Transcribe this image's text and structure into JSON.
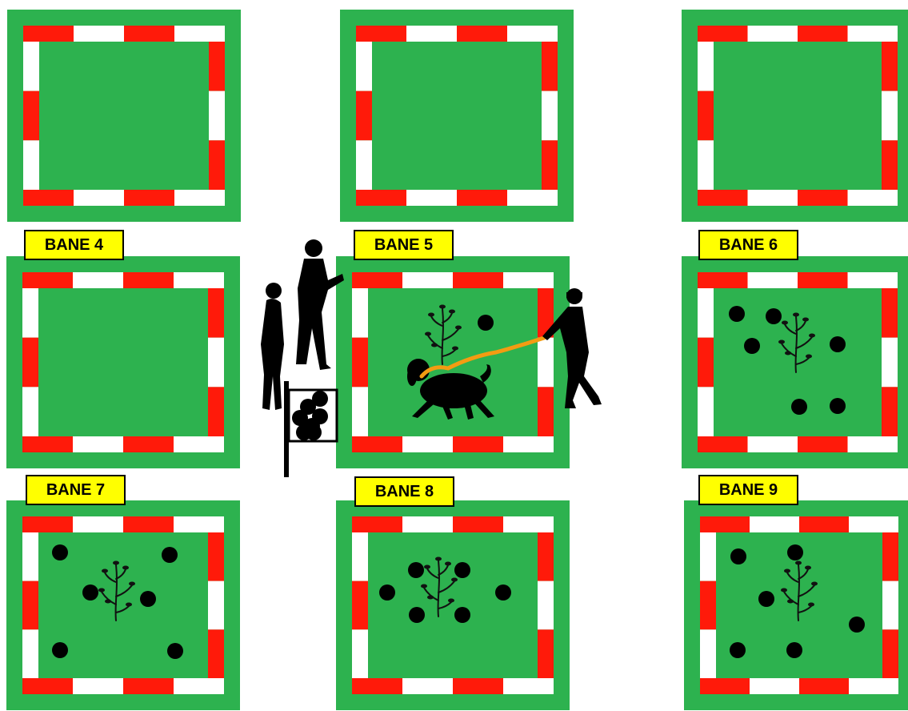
{
  "colors": {
    "grass": "#2db24f",
    "stripe_red": "#ff1a0a",
    "stripe_white": "#ffffff",
    "label_bg": "#ffff00",
    "ball": "#000000",
    "leash": "#f39c12",
    "silhouette": "#000000"
  },
  "lanes": [
    {
      "id": 1,
      "label": null,
      "tree": false,
      "balls": 0
    },
    {
      "id": 2,
      "label": null,
      "tree": false,
      "balls": 0
    },
    {
      "id": 3,
      "label": null,
      "tree": false,
      "balls": 0
    },
    {
      "id": 4,
      "label": "BANE 4",
      "tree": false,
      "balls": 0
    },
    {
      "id": 5,
      "label": "BANE 5",
      "tree": true,
      "balls": 1,
      "dog_handler": true
    },
    {
      "id": 6,
      "label": "BANE 6",
      "tree": true,
      "balls": 6
    },
    {
      "id": 7,
      "label": "BANE 7",
      "tree": true,
      "balls": 6
    },
    {
      "id": 8,
      "label": "BANE 8",
      "tree": true,
      "balls": 6
    },
    {
      "id": 9,
      "label": "BANE 9",
      "tree": true,
      "balls": 6
    }
  ],
  "icons": [
    "person-silhouette-icon",
    "dog-silhouette-icon",
    "tree-icon",
    "ball-icon",
    "ball-holder-icon",
    "leash-icon"
  ]
}
